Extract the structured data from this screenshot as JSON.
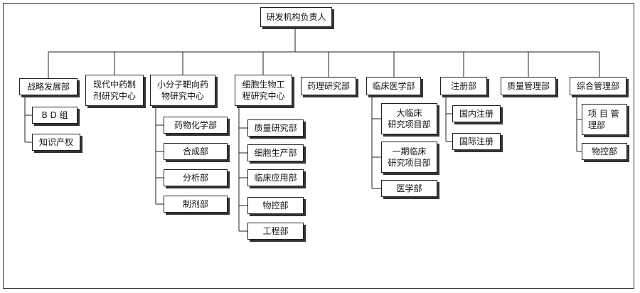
{
  "root": "研发机构负责人",
  "departments": {
    "strategy": "战略发展部",
    "tcm": "现代中药制\n剂研究中心",
    "small_molecule": "小分子靶向药\n物研究中心",
    "cell": "细胞生物工\n程研究中心",
    "pharmacology": "药理研究部",
    "clinical": "临床医学部",
    "registration": "注册部",
    "quality": "质量管理部",
    "admin": "综合管理部"
  },
  "sub": {
    "bd": "B D 组",
    "ip": "知识产权",
    "med_chem": "药物化学部",
    "synthesis": "合成部",
    "analysis": "分析部",
    "formulation": "制剂部",
    "quality_research": "质量研究部",
    "cell_production": "细胞生产部",
    "clinical_application": "临床应用部",
    "cell_material": "物控部",
    "engineering": "工程部",
    "big_clinical": "大临床\n研究项目部",
    "phase1": "一期临床\n研究项目部",
    "medical": "医学部",
    "domestic_reg": "国内注册",
    "intl_reg": "国际注册",
    "project_mgmt": "项 目 管\n理部",
    "admin_material": "物控部"
  }
}
